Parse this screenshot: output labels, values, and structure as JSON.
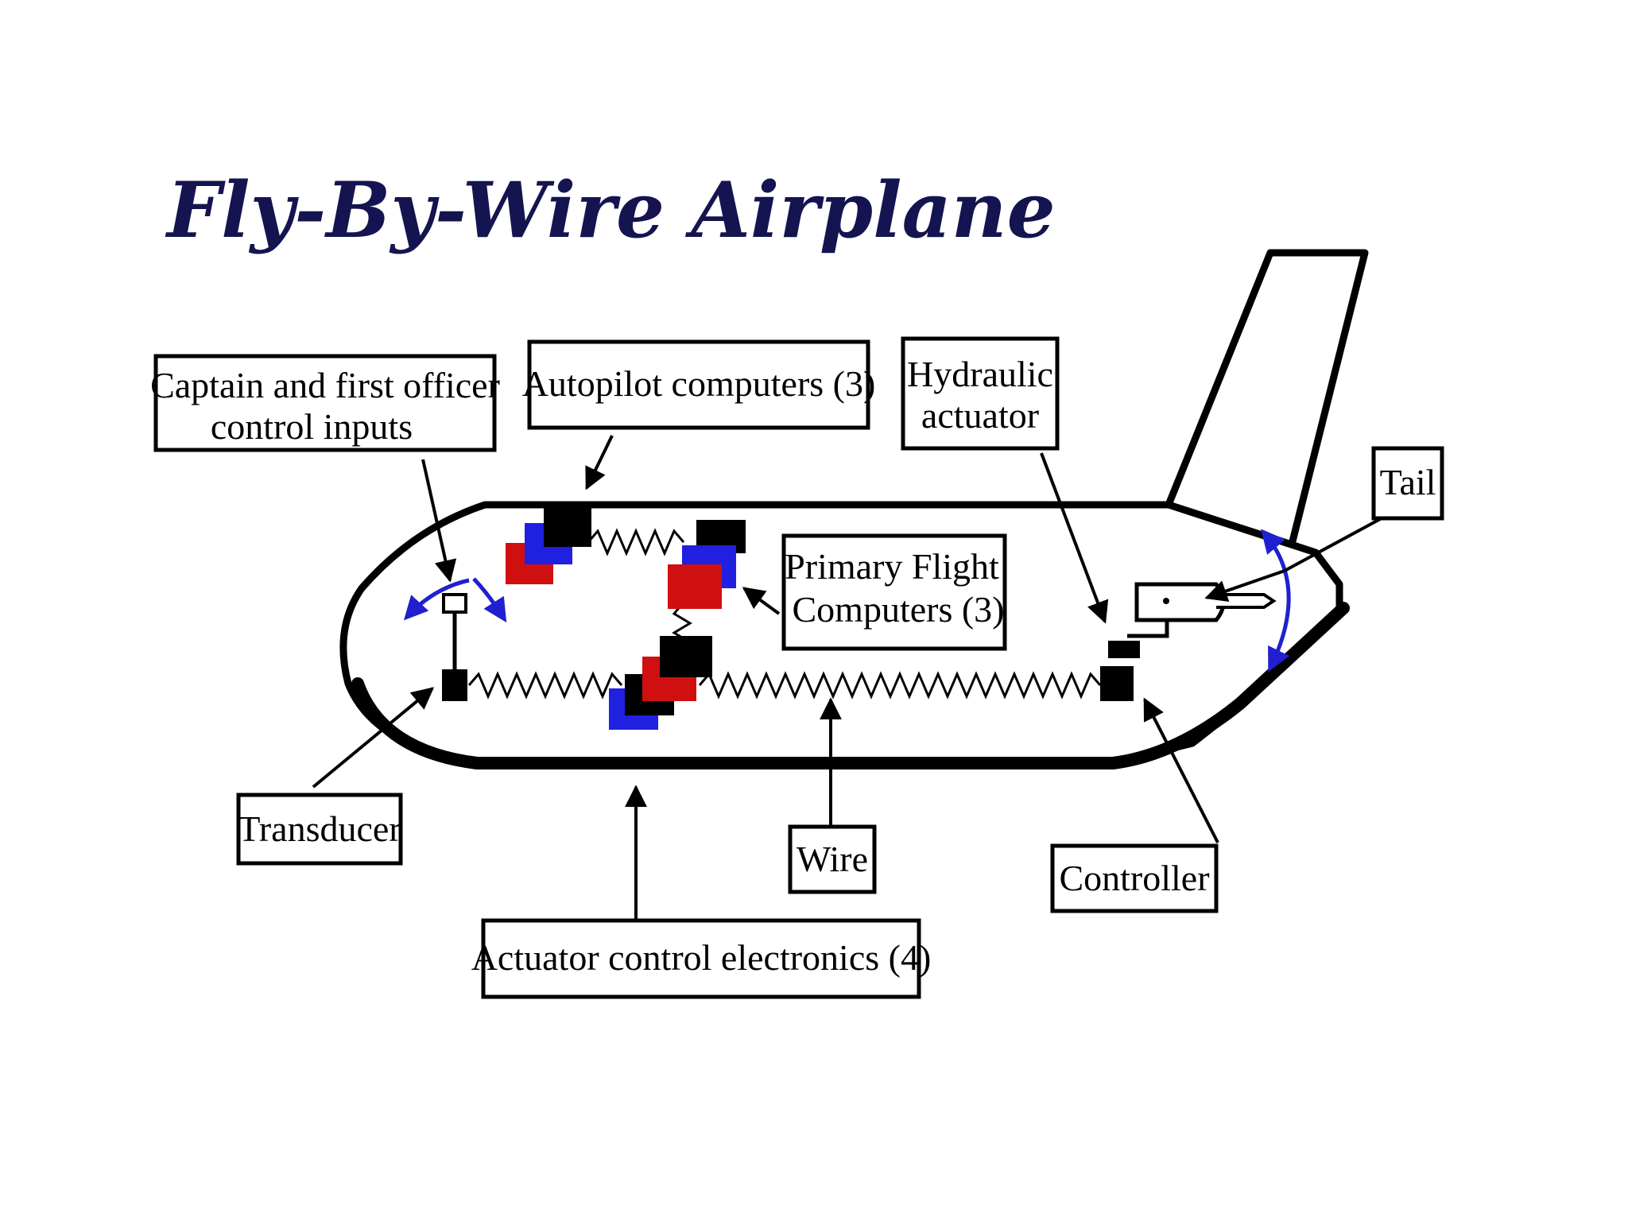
{
  "title": "Fly-By-Wire Airplane",
  "labels": {
    "control_inputs_line1": "Captain and first officer",
    "control_inputs_line2": "control inputs",
    "autopilot": "Autopilot computers (3)",
    "hydraulic_line1": "Hydraulic",
    "hydraulic_line2": "actuator",
    "tail": "Tail",
    "pfc_line1": "Primary Flight",
    "pfc_line2": "Computers (3)",
    "transducer": "Transducer",
    "wire": "Wire",
    "controller": "Controller",
    "ace": "Actuator control electronics (4)"
  },
  "colors": {
    "title": "#141450",
    "computer_red": "#d01010",
    "computer_blue": "#2020e0",
    "computer_black": "#000000",
    "motion_arrow": "#2020d0"
  },
  "icons": {
    "control_stick": "control-stick-icon",
    "hydraulic_actuator": "hydraulic-actuator-icon",
    "computer_stack": "computer-stack-icon"
  }
}
